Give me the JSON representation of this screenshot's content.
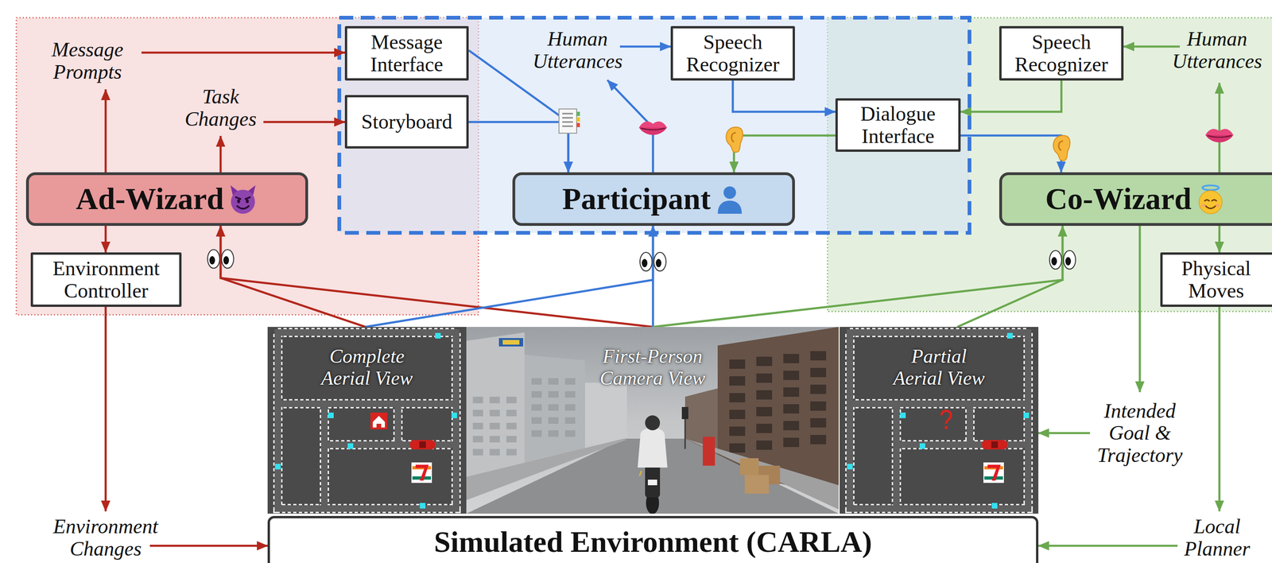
{
  "diagram": {
    "nodes": [
      {
        "text": [
          "Message Interface"
        ]
      },
      {
        "text": [
          "Storyboard"
        ]
      },
      {
        "text": [
          "Speech Recognizer"
        ]
      },
      {
        "text": [
          "Dialogue Interface"
        ]
      },
      {
        "text": [
          "Speech Recognizer"
        ]
      },
      {
        "text": [
          "Ad-Wizard"
        ]
      },
      {
        "text": [
          "Participant"
        ]
      },
      {
        "text": [
          "Co-Wizard"
        ]
      },
      {
        "text": [
          "Environment Controller"
        ]
      },
      {
        "text": [
          "Physical Moves"
        ]
      },
      {
        "text": [
          "Complete Aerial View"
        ]
      },
      {
        "text": [
          "First-Person Camera View"
        ]
      },
      {
        "text": [
          "Partial Aerial View"
        ]
      },
      {
        "text": [
          "Simulated Environment (CARLA)"
        ]
      }
    ],
    "edges": [
      {
        "from": 0,
        "to": 6,
        "arrow": "to"
      },
      {
        "from": 1,
        "to": 6,
        "arrow": "to"
      },
      {
        "from": 2,
        "to": 3,
        "arrow": "to"
      },
      {
        "from": 4,
        "to": 3,
        "arrow": "to"
      },
      {
        "from": 3,
        "to": 6,
        "arrow": "to"
      },
      {
        "from": 3,
        "to": 7,
        "arrow": "to"
      },
      {
        "from": 5,
        "to": 8,
        "arrow": "to"
      },
      {
        "from": 7,
        "to": 9,
        "arrow": "to"
      },
      {
        "from": 10,
        "to": 5,
        "arrow": "to"
      },
      {
        "from": 11,
        "to": 5,
        "arrow": "to"
      },
      {
        "from": 10,
        "to": 6,
        "arrow": "to"
      },
      {
        "from": 11,
        "to": 6,
        "arrow": "to"
      },
      {
        "from": 11,
        "to": 7,
        "arrow": "to"
      },
      {
        "from": 12,
        "to": 7,
        "arrow": "to"
      }
    ],
    "labels": [
      "Message Prompts",
      "Task Changes",
      "Human Utterances",
      "Human Utterances",
      "Environment Changes",
      "Intended Goal & Trajectory",
      "Local Planner"
    ]
  }
}
